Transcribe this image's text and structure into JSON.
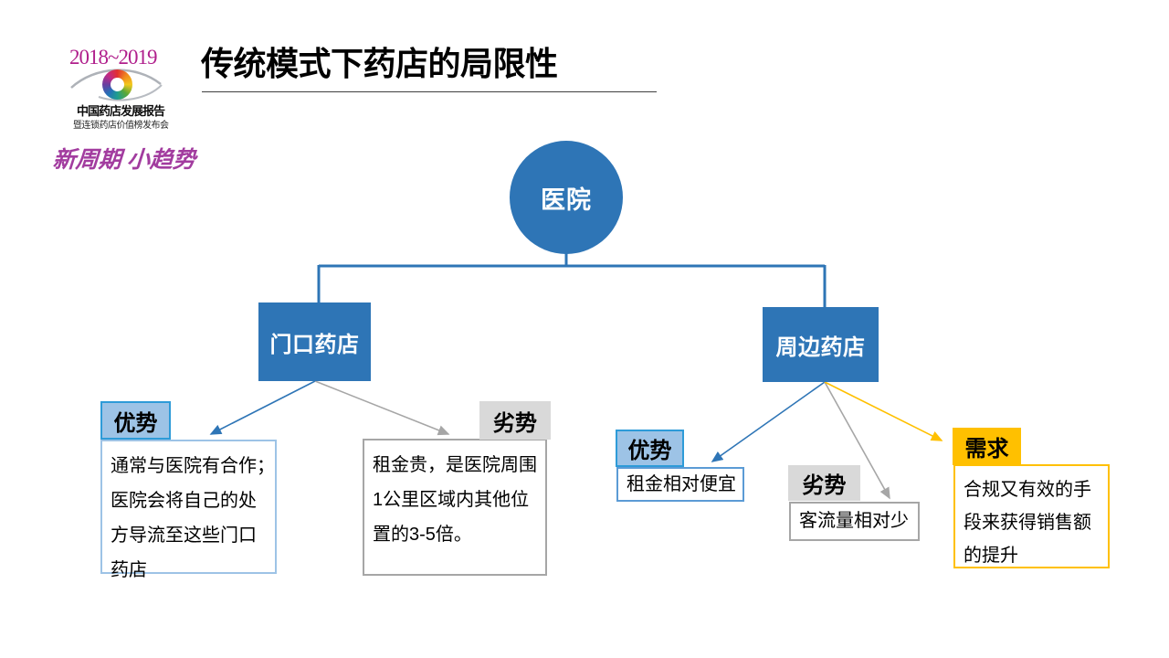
{
  "logo": {
    "years": "2018~2019",
    "report_title": "中国药店发展报告",
    "report_subtitle": "暨连锁药店价值榜发布会",
    "slogan": "新周期 小趋势",
    "swirl_icon": "rainbow-eye-swirl-icon"
  },
  "title": "传统模式下药店的局限性",
  "diagram": {
    "root": {
      "label": "医院"
    },
    "branches": [
      {
        "node": "门口药店",
        "tags": [
          {
            "kind": "advantage",
            "label": "优势",
            "lines": [
              "通常与医院有合作；",
              "医院会将自己的处",
              "方导流至这些门口",
              "药店"
            ]
          },
          {
            "kind": "disadvantage",
            "label": "劣势",
            "lines": [
              "租金贵，是医院周围",
              "1公里区域内其他位",
              "置的3-5倍。"
            ]
          }
        ]
      },
      {
        "node": "周边药店",
        "tags": [
          {
            "kind": "advantage",
            "label": "优势",
            "lines": [
              "租金相对便宜"
            ]
          },
          {
            "kind": "disadvantage",
            "label": "劣势",
            "lines": [
              "客流量相对少"
            ]
          },
          {
            "kind": "demand",
            "label": "需求",
            "lines": [
              "合规又有效的手",
              "段来获得销售额",
              "的提升"
            ]
          }
        ]
      }
    ]
  },
  "colors": {
    "node_blue": "#2E75B6",
    "label_blue_fill": "#9DC3E6",
    "label_blue_border": "#2E9BD8",
    "box_blue_border": "#5B9BD5",
    "gray_fill": "#D9D9D9",
    "gray_border": "#A6A6A6",
    "demand_orange": "#FFC000",
    "brand_magenta": "#B01F8C",
    "slogan_purple": "#A23C9F"
  }
}
